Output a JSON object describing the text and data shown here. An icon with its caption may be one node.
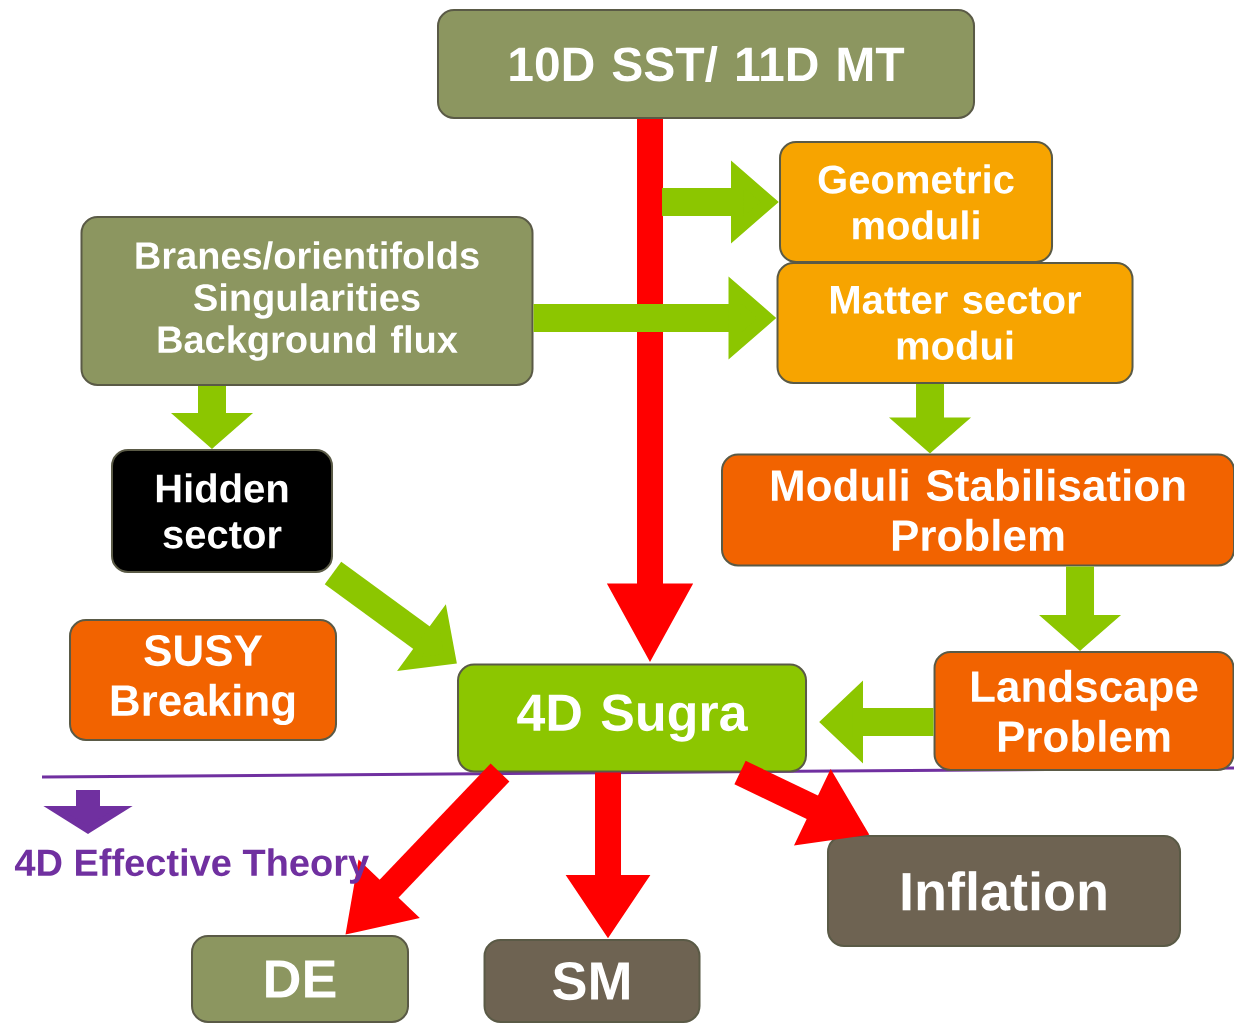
{
  "diagram": {
    "nodes": [
      {
        "text": [
          "10D SST/ 11D MT"
        ]
      },
      {
        "text": [
          "Geometric moduli"
        ]
      },
      {
        "text": [
          "Branes/orientifolds Singularities Background flux"
        ]
      },
      {
        "text": [
          "Matter sector modui"
        ]
      },
      {
        "text": [
          "Hidden sector"
        ]
      },
      {
        "text": [
          "Moduli Stabilisation Problem"
        ]
      },
      {
        "text": [
          "SUSY Breaking"
        ]
      },
      {
        "text": [
          "4D Sugra"
        ]
      },
      {
        "text": [
          "Landscape Problem"
        ]
      },
      {
        "text": [
          "Inflation"
        ]
      },
      {
        "text": [
          "DE"
        ]
      },
      {
        "text": [
          "SM"
        ]
      }
    ],
    "edges": [
      {
        "from": 0,
        "to": 7,
        "arrow": "to",
        "color": "#ff0000"
      },
      {
        "from": null,
        "to": 1,
        "arrow": "to"
      },
      {
        "from": 2,
        "to": 3,
        "arrow": "to"
      },
      {
        "from": 2,
        "to": 4,
        "arrow": "to"
      },
      {
        "from": 4,
        "to": 7,
        "arrow": "to"
      },
      {
        "from": 3,
        "to": 5,
        "arrow": "to"
      },
      {
        "from": 5,
        "to": 8,
        "arrow": "to"
      },
      {
        "from": 8,
        "to": 7,
        "arrow": "to"
      },
      {
        "from": 7,
        "to": 10,
        "arrow": "to",
        "color": "#ff0000"
      },
      {
        "from": 7,
        "to": 11,
        "arrow": "to",
        "color": "#ff0000"
      },
      {
        "from": 7,
        "to": 9,
        "arrow": "to",
        "color": "#ff0000"
      }
    ],
    "labels": [
      "4D Effective Theory"
    ]
  }
}
